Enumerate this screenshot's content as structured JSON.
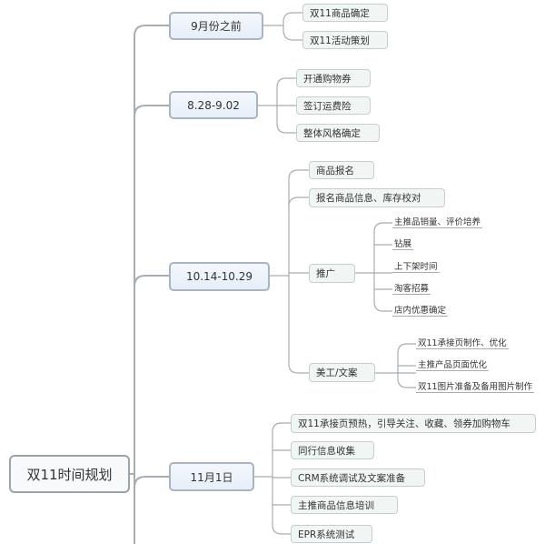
{
  "root": "双11时间规划",
  "branches": [
    {
      "label": "9月份之前",
      "items": [
        "双11商品确定",
        "双11活动策划"
      ]
    },
    {
      "label": "8.28-9.02",
      "items": [
        "开通购物券",
        "签订运费险",
        "整体风格确定"
      ]
    },
    {
      "label": "10.14-10.29",
      "items": [
        "商品报名",
        "报名商品信息、库存校对",
        {
          "label": "推广",
          "items": [
            "主推品销量、评价培养",
            "钻展",
            "上下架时间",
            "淘客招募",
            "店内优惠确定"
          ]
        },
        {
          "label": "美工/文案",
          "items": [
            "双11承接页制作、优化",
            "主推产品页面优化",
            "双11图片准备及备用图片制作"
          ]
        }
      ]
    },
    {
      "label": "11月1日",
      "items": [
        "双11承接页预热，引导关注、收藏、领券加购物车",
        "同行信息收集",
        "CRM系统调试及文案准备",
        "主推商品信息培训",
        "EPR系统测试"
      ]
    }
  ]
}
